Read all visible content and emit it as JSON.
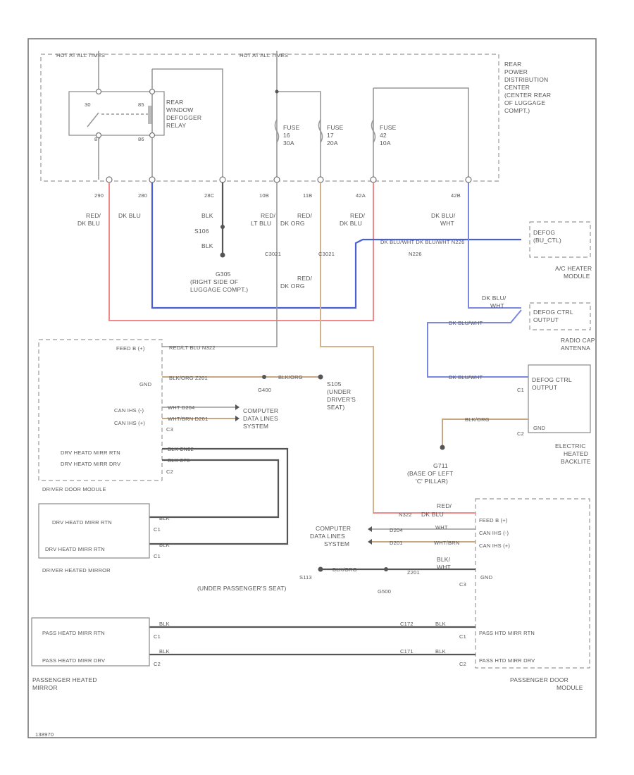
{
  "labels": {
    "hotat1": "HOT AT ALL TIMES",
    "hotat2": "HOT AT ALL TIMES",
    "rpdc": [
      "REAR",
      "POWER",
      "DISTRIBUTION",
      "CENTER",
      "(CENTER REAR",
      "OF LUGGAGE",
      "COMPT.)"
    ],
    "relay": [
      "REAR",
      "WINDOW",
      "DEFOGGER",
      "RELAY"
    ],
    "relay_pins": [
      "30",
      "85",
      "87",
      "86"
    ],
    "fuse16": [
      "FUSE",
      "16",
      "30A"
    ],
    "fuse17": [
      "FUSE",
      "17",
      "20A"
    ],
    "fuse42": [
      "FUSE",
      "42",
      "10A"
    ],
    "pins_top": [
      "290",
      "280",
      "28C",
      "10B",
      "11B",
      "42A",
      "42B"
    ],
    "wire_red_dkblu": [
      "RED/",
      "DK BLU"
    ],
    "wire_dkblu": "DK BLU",
    "wire_blk": "BLK",
    "s106": "S106",
    "wire_blk2": "BLK",
    "g305": [
      "G305",
      "(RIGHT SIDE OF",
      "LUGGAGE COMPT.)"
    ],
    "wire_red_ltblu": [
      "RED/",
      "LT BLU"
    ],
    "wire_red_dkorg": [
      "RED/",
      "DK ORG"
    ],
    "wire_red_dkblu2": [
      "RED/",
      "DK BLU"
    ],
    "wire_dkblu_wht": [
      "DK BLU/",
      "WHT"
    ],
    "c3021": "C3021",
    "c2021": "C3021",
    "wire_red_dkorg2": [
      "RED/",
      "DK ORG"
    ],
    "wire_horiz": "DK BLU/WHT    DK BLU/WHT     N226",
    "n226": "N226",
    "defog_req": [
      "DEFOG",
      "(BU_CTL)"
    ],
    "ac_heater": [
      "A/C HEATER",
      "MODULE"
    ],
    "wire_dkblu_wht2": [
      "DK BLU/",
      "WHT"
    ],
    "defog_ctrl1": [
      "DEFOG CTRL",
      "OUTPUT"
    ],
    "wire_dkblu_wht3": "DK BLU/WHT",
    "radio_cap": [
      "RADIO CAP",
      "ANTENNA"
    ],
    "wire_dkblu_wht4": "DK BLU/WHT",
    "defog_ctrl2": [
      "DEFOG CTRL",
      "OUTPUT"
    ],
    "c1": "C1",
    "wire_blk_org": "BLK/ORG",
    "gnd_r": "GND",
    "c2": "C2",
    "g711": [
      "G711",
      "(BASE OF LEFT",
      "'C' PILLAR)"
    ],
    "ehb": [
      "ELECTRIC",
      "HEATED",
      "BACKLITE"
    ],
    "feed_b": "FEED B (+)",
    "gnd_l": "GND",
    "can_l": "CAN IHS (-)",
    "can_h": "CAN IHS (+)",
    "drv_rtn": "DRV HEATD MIRR RTN",
    "drv_drv": "DRV HEATD MIRR DRV",
    "ddm": "DRIVER DOOR MODULE",
    "w_red_ltblu": "RED/LT BLU    N322",
    "w_blk_org": "BLK/ORG     Z201",
    "blk_org_mid": "BLK/ORG",
    "g400": "G400",
    "s105": [
      "S105",
      "(UNDER",
      "DRIVER'S",
      "SEAT)"
    ],
    "w_wht": "WHT    D204",
    "w_wht_brn": "WHT/BRN   D201",
    "cdls": [
      "COMPUTER",
      "DATA LINES",
      "SYSTEM"
    ],
    "c3a": "C3",
    "w_blk_n2": "BLK    CN62",
    "w_blk_n3": "BLK    C76",
    "c2a": "C2",
    "dhm_rtn": "DRV HEATD MIRR RTN",
    "dhm_drv": "DRV HEATD MIRR RTN",
    "w_blk_a": "BLK",
    "w_blk_b": "BLK",
    "c1a": "C1",
    "c1b": "C1",
    "dhm": "DRIVER HEATED MIRROR",
    "w_red_dkblu_n": [
      "RED/",
      "DK BLU"
    ],
    "n322": "N322",
    "d204": "D204",
    "d201": "D201",
    "wht": "WHT",
    "wht_brn": "WHT/BRN",
    "cdls2": [
      "COMPUTER",
      "DATA LINES",
      "SYSTEM"
    ],
    "feed_b2": "FEED B (+)",
    "can_l2": "CAN IHS (-)",
    "can_h2": "CAN IHS (+)",
    "s113": "S113",
    "blk_org2": "BLK/ORG",
    "z201": "Z201",
    "blk_wht": [
      "BLK/",
      "WHT"
    ],
    "g400b": "G500",
    "upsseat": "(UNDER PASSENGER'S SEAT)",
    "c3b": "C3",
    "gnd_p": "GND",
    "phm_rtn": "PASS HEATD MIRR RTN",
    "phm_drv": "PASS HEATD MIRR DRV",
    "w_blk_c": "BLK",
    "w_blk_d": "BLK",
    "c172": "C172",
    "c171": "C171",
    "blk_e": "BLK",
    "blk_f": "BLK",
    "c1c": "C1",
    "c2c": "C2",
    "c1d": "C1",
    "c2d": "C2",
    "prtn": "PASS HTD MIRR RTN",
    "pdrv": "PASS HTD MIRR DRV",
    "phm": [
      "PASSENGER HEATED",
      "MIRROR"
    ],
    "pdm": [
      "PASSENGER DOOR",
      "MODULE"
    ],
    "footer": "138970"
  }
}
